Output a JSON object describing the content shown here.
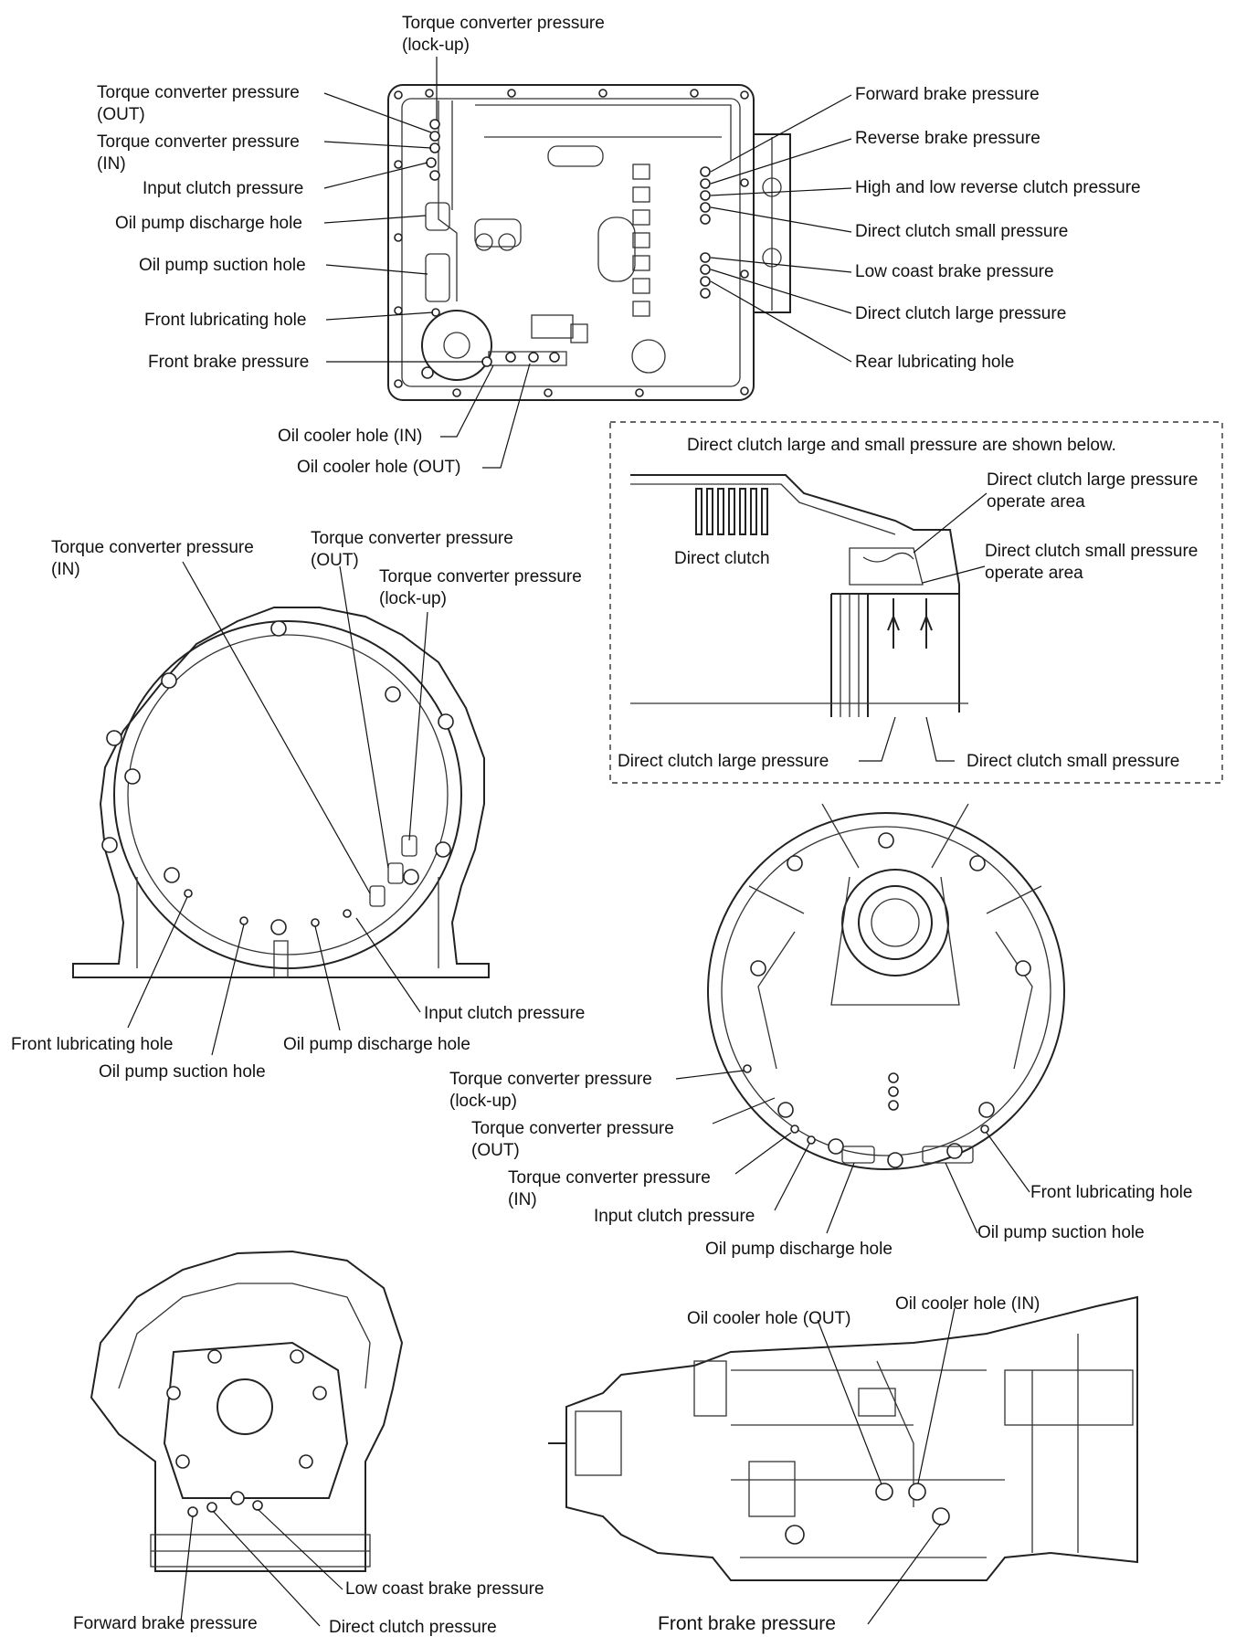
{
  "panel_valve_body": {
    "labels_left": {
      "tc_out": "Torque converter pressure\n(OUT)",
      "tc_in": "Torque converter pressure\n(IN)",
      "input_clutch": "Input clutch pressure",
      "pump_discharge": "Oil pump discharge hole",
      "pump_suction": "Oil pump suction hole",
      "front_lube": "Front lubricating hole",
      "front_brake": "Front brake pressure"
    },
    "label_top": "Torque converter pressure\n(lock-up)",
    "labels_right": {
      "forward_brake": "Forward brake pressure",
      "reverse_brake": "Reverse brake pressure",
      "high_low_rev": "High and low reverse clutch pressure",
      "direct_small": "Direct clutch small pressure",
      "low_coast": "Low coast brake pressure",
      "direct_large": "Direct clutch large pressure",
      "rear_lube": "Rear lubricating hole"
    },
    "labels_bottom": {
      "cooler_in": "Oil cooler hole (IN)",
      "cooler_out": "Oil cooler hole (OUT)"
    }
  },
  "panel_direct_clutch": {
    "header": "Direct clutch large and small pressure are shown below.",
    "direct_clutch": "Direct clutch",
    "large_area": "Direct clutch large pressure\noperate area",
    "small_area": "Direct clutch small pressure\noperate area",
    "large_pressure": "Direct clutch large pressure",
    "small_pressure": "Direct clutch small pressure"
  },
  "panel_housing": {
    "tc_in": "Torque converter pressure\n(IN)",
    "tc_out": "Torque converter pressure\n(OUT)",
    "tc_lockup": "Torque converter pressure\n(lock-up)",
    "input_clutch": "Input clutch pressure",
    "front_lube": "Front lubricating hole",
    "pump_discharge": "Oil pump discharge hole",
    "pump_suction": "Oil pump suction hole"
  },
  "panel_oil_pump": {
    "tc_lockup": "Torque converter pressure\n(lock-up)",
    "tc_out": "Torque converter pressure\n(OUT)",
    "tc_in": "Torque converter pressure\n(IN)",
    "input_clutch": "Input clutch pressure",
    "pump_discharge": "Oil pump discharge hole",
    "front_lube": "Front lubricating hole",
    "pump_suction": "Oil pump suction hole"
  },
  "panel_rear_view": {
    "low_coast": "Low coast brake pressure",
    "forward_brake": "Forward brake pressure",
    "direct_clutch": "Direct clutch pressure"
  },
  "panel_side_view": {
    "cooler_out": "Oil cooler hole (OUT)",
    "cooler_in": "Oil cooler hole (IN)",
    "front_brake": "Front brake pressure"
  }
}
